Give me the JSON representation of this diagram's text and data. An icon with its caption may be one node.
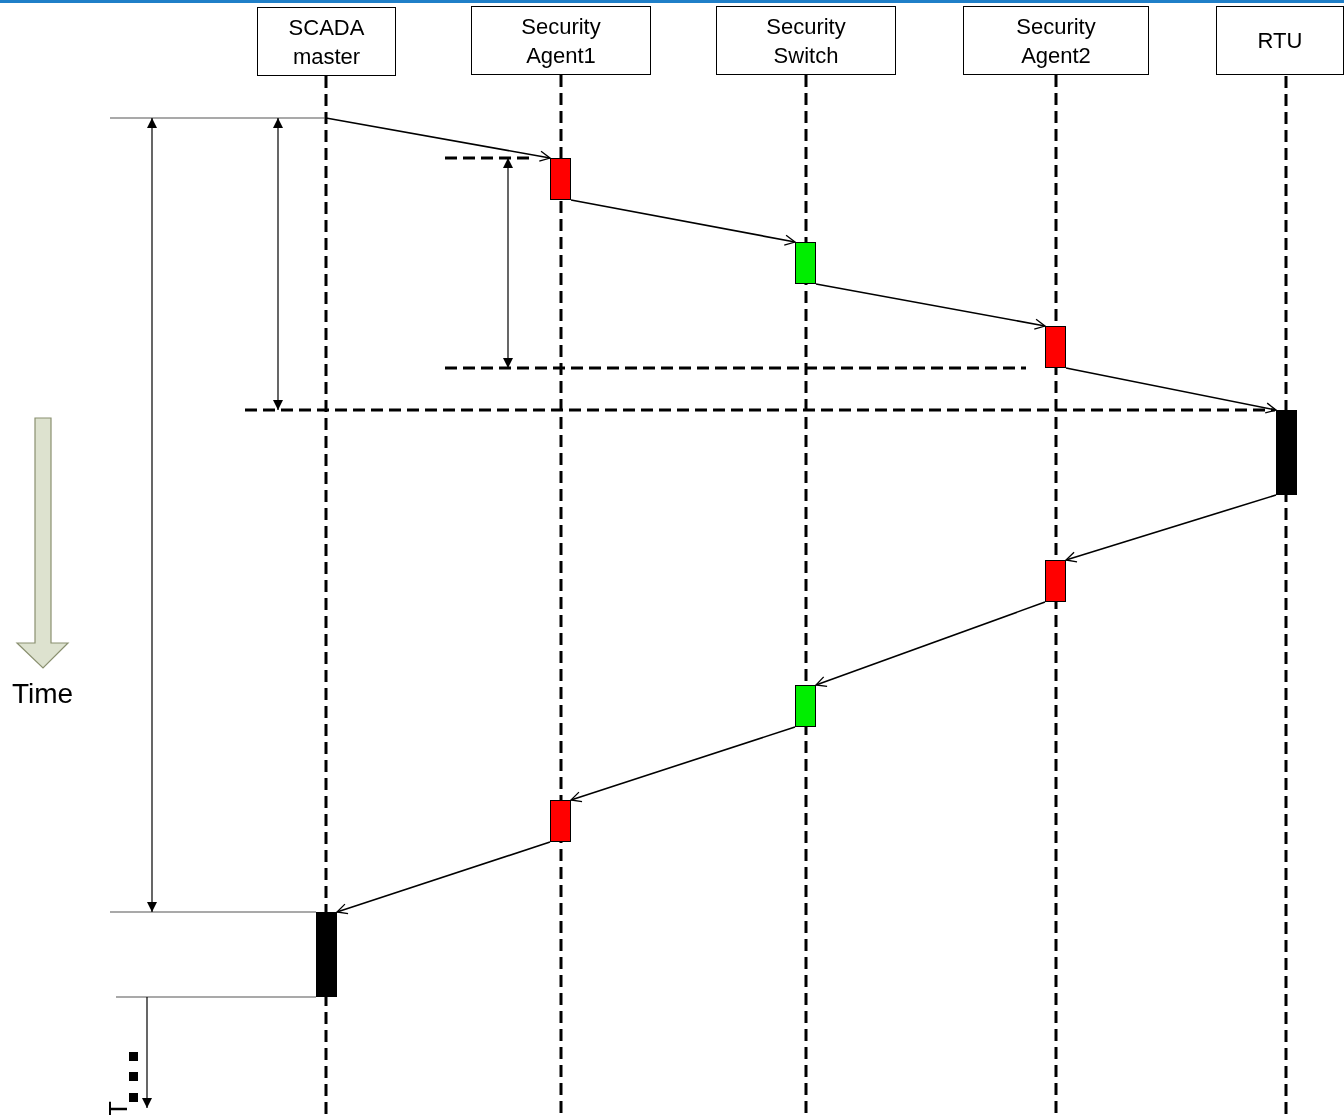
{
  "diagram": {
    "nodes": [
      {
        "text": [
          "SCADA master"
        ]
      },
      {
        "text": [
          "Security Agent1"
        ]
      },
      {
        "text": [
          "Security Switch"
        ]
      },
      {
        "text": [
          "Security Agent2"
        ]
      },
      {
        "text": [
          "RTU"
        ]
      },
      {
        "text": [],
        "shape": "bar"
      },
      {
        "text": [],
        "shape": "bar"
      },
      {
        "text": [],
        "shape": "bar"
      },
      {
        "text": [],
        "shape": "bar"
      },
      {
        "text": [],
        "shape": "bar"
      },
      {
        "text": [],
        "shape": "bar"
      },
      {
        "text": [],
        "shape": "bar"
      },
      {
        "text": [],
        "shape": "bar"
      }
    ],
    "edges": [
      {
        "from": null,
        "to": 5,
        "arrow": "to"
      },
      {
        "from": 5,
        "to": 6,
        "arrow": "to"
      },
      {
        "from": 6,
        "to": 7,
        "arrow": "to"
      },
      {
        "from": 7,
        "to": 8,
        "arrow": "to"
      },
      {
        "from": 8,
        "to": 9,
        "arrow": "to"
      },
      {
        "from": 9,
        "to": 10,
        "arrow": "to"
      },
      {
        "from": 10,
        "to": 11,
        "arrow": "to"
      },
      {
        "from": 11,
        "to": 12,
        "arrow": "to"
      }
    ],
    "labels": [
      "Time",
      "T"
    ]
  }
}
